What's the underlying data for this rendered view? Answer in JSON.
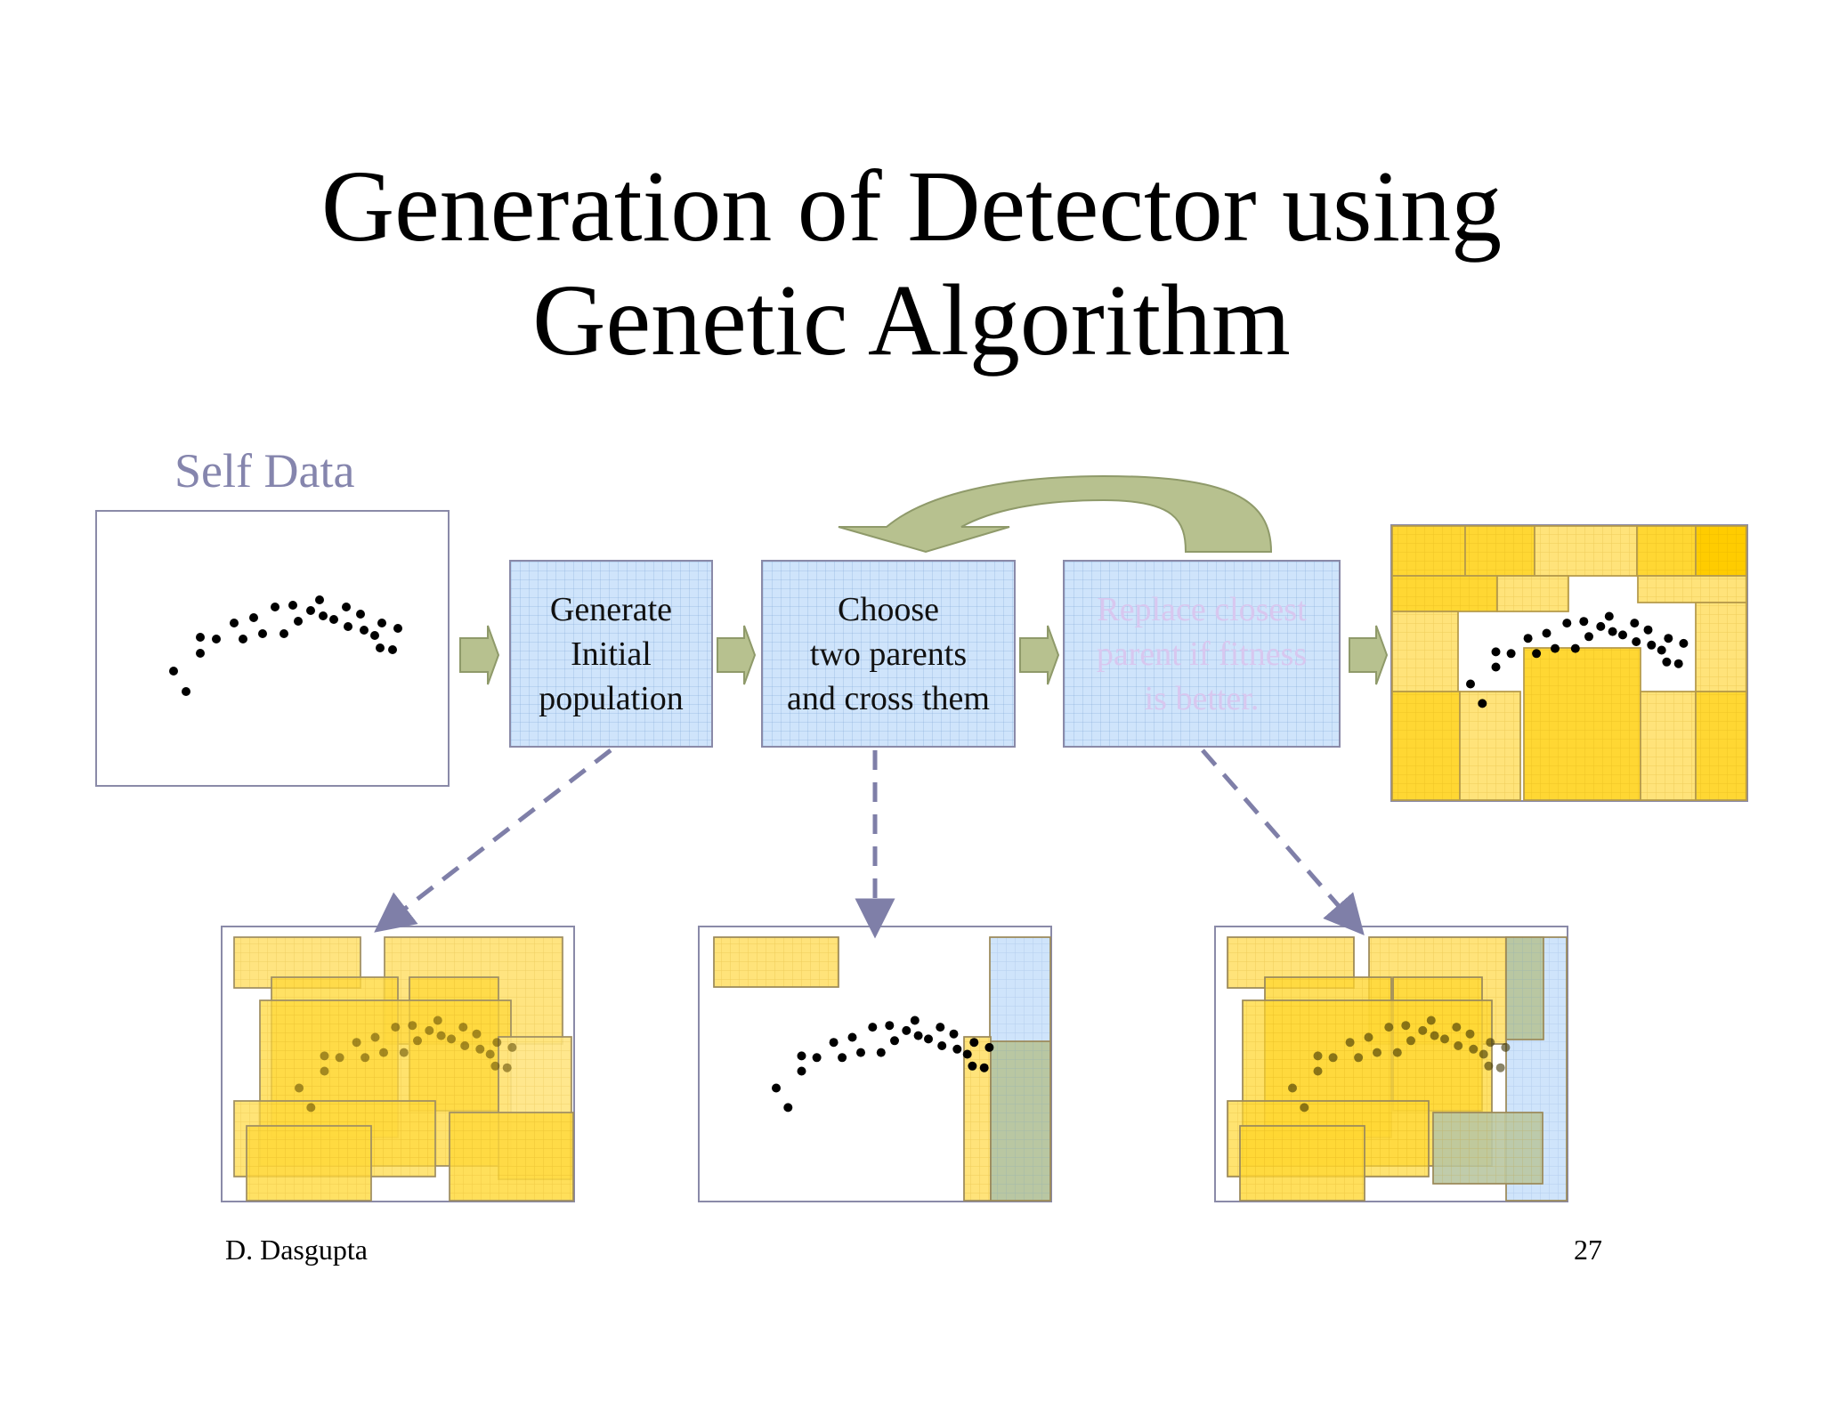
{
  "slide": {
    "title_line1": "Generation of Detector using",
    "title_line2": "Genetic Algorithm",
    "self_data_label": "Self Data",
    "steps": [
      {
        "label": "Generate\nInitial\npopulation"
      },
      {
        "label": "Choose\ntwo parents\nand cross them"
      },
      {
        "label": "Replace closest\nparent if fitness\nis better."
      }
    ],
    "footer_author": "D. Dasgupta",
    "footer_page": "27"
  },
  "colors": {
    "step_fill": "#cfe4fb",
    "border": "#8a8aa8",
    "arrow_green": "#b7c18f",
    "detector_yellow": "#ffd733",
    "dashed_arrow": "#7f7fa8",
    "self_label": "#8585ad"
  },
  "icons": {
    "block_arrow": "right-block-arrow",
    "loop_arrow": "curved-return-arrow"
  }
}
